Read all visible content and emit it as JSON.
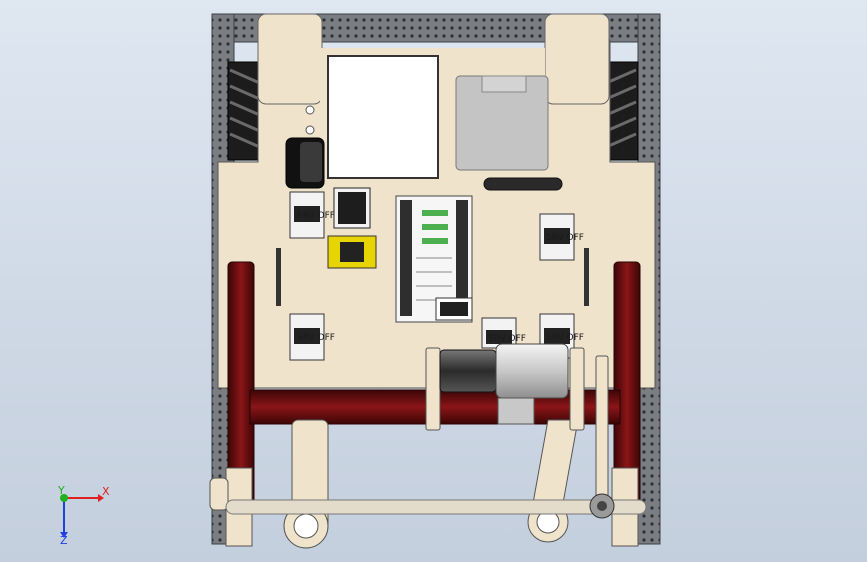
{
  "viewport": {
    "background_top": "#dfe7f1",
    "background_bottom": "#c4cfdd"
  },
  "model": {
    "plate_color": "#efe3cc",
    "frame_color": "#8a8e92",
    "axle_tube_color": "#6e0f10",
    "motor_color": "#d9d9d9",
    "highlight_color": "#e8d400"
  },
  "servo_labels": {
    "left_top": "SRV OFF",
    "left_bottom": "SRV OFF",
    "right_top": "SRV OFF",
    "right_bottom": "SRV OFF",
    "center_bottom": "SRV OFF"
  },
  "triad": {
    "x_label": "X",
    "y_label": "Y",
    "z_label": "Z",
    "x_color": "#e02020",
    "y_color": "#20b020",
    "z_color": "#2040e0"
  }
}
